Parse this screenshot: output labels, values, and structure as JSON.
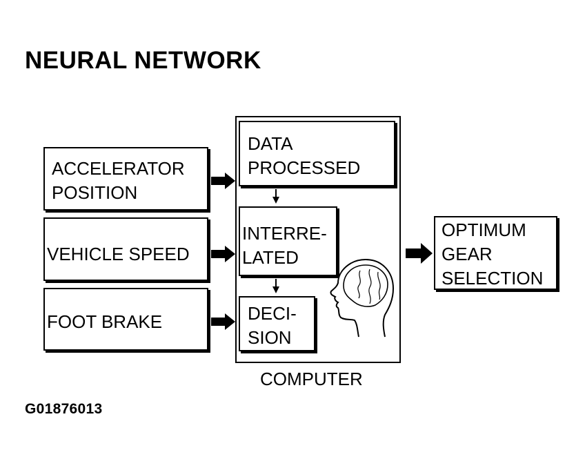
{
  "title": "NEURAL NETWORK",
  "inputs": {
    "accelerator_l1": "ACCELERATOR",
    "accelerator_l2": "POSITION",
    "vehicle_speed": "VEHICLE SPEED",
    "foot_brake": "FOOT BRAKE"
  },
  "computer": {
    "label": "COMPUTER",
    "data_l1": "DATA",
    "data_l2": "PROCESSED",
    "inter_l1": "INTERRE-",
    "inter_l2": "LATED",
    "decision_l1": "DECI-",
    "decision_l2": "SION"
  },
  "output": {
    "l1": "OPTIMUM",
    "l2": "GEAR",
    "l3": "SELECTION"
  },
  "figure_code": "G01876013"
}
